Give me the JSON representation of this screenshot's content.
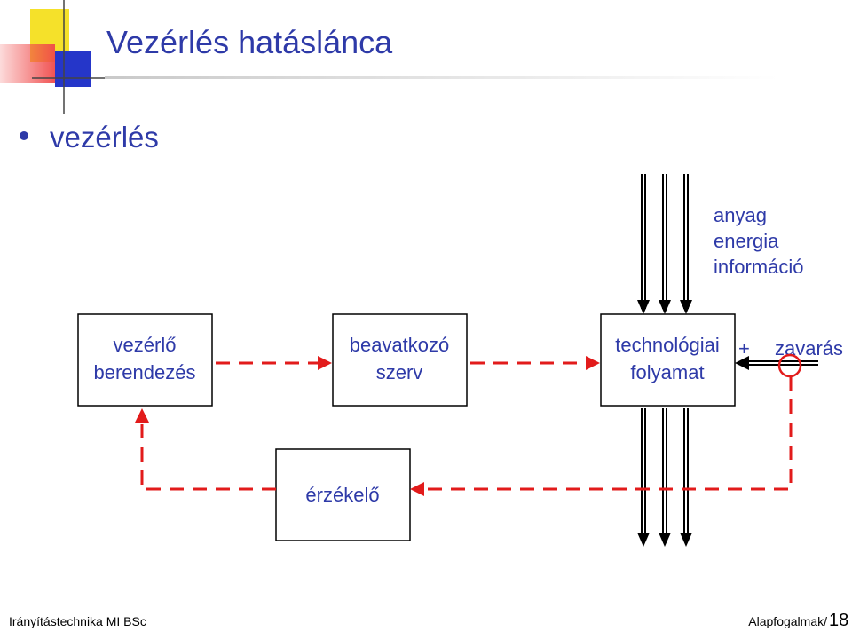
{
  "title": "Vezérlés hatáslánca",
  "bullet": "vezérlés",
  "inputs_label": {
    "line1": "anyag",
    "line2": "energia",
    "line3": "információ"
  },
  "blocks": {
    "controller": {
      "line1": "vezérlő",
      "line2": "berendezés"
    },
    "actuator": {
      "line1": "beavatkozó",
      "line2": "szerv"
    },
    "process": {
      "line1": "technológiai",
      "line2": "folyamat"
    },
    "sensor": {
      "line1": "érzékelő"
    }
  },
  "disturbance": {
    "plus": "+",
    "label": "zavarás"
  },
  "footer": {
    "left": "Irányítástechnika MI BSc",
    "right": "Alapfogalmak/",
    "page": "18"
  },
  "colors": {
    "title": "#2e3aa8",
    "signal": "#e21b1b",
    "deco_yellow": "#f5e12a",
    "deco_red": "#f04a4a",
    "deco_blue": "#2536c9",
    "line": "#000000"
  }
}
